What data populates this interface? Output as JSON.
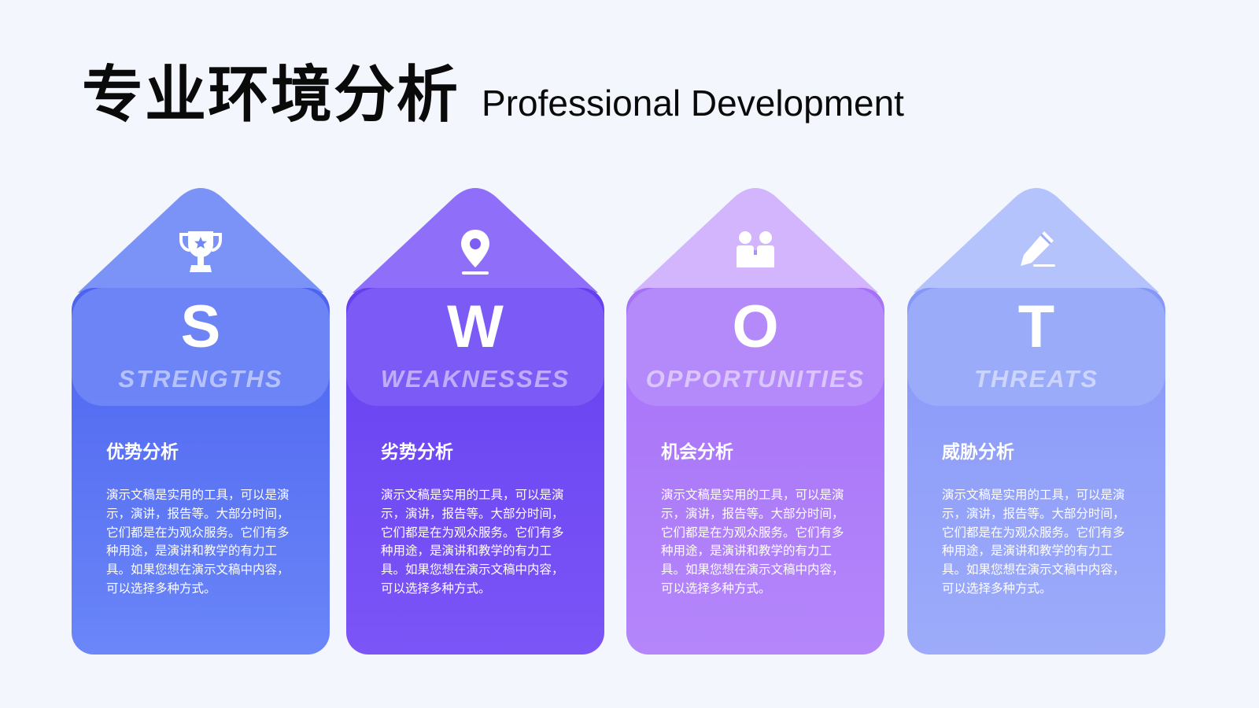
{
  "header": {
    "title_cn": "专业环境分析",
    "title_en": "Professional Development"
  },
  "cards": [
    {
      "letter": "S",
      "word": "STRENGTHS",
      "subtitle": "优势分析",
      "description": "演示文稿是实用的工具，可以是演示，演讲，报告等。大部分时间，它们都是在为观众服务。它们有多种用途，是演讲和教学的有力工具。如果您想在演示文稿中内容，可以选择多种方式。",
      "icon": "trophy-icon",
      "colors": {
        "roof": "#7b93f7",
        "band": "#6f87f6",
        "body_top": "#4d63ef",
        "body_bottom": "#6a86f8"
      }
    },
    {
      "letter": "W",
      "word": "WEAKNESSES",
      "subtitle": "劣势分析",
      "description": "演示文稿是实用的工具，可以是演示，演讲，报告等。大部分时间，它们都是在为观众服务。它们有多种用途，是演讲和教学的有力工具。如果您想在演示文稿中内容，可以选择多种方式。",
      "icon": "location-pin-icon",
      "colors": {
        "roof": "#8f6ffa",
        "band": "#7e5cf6",
        "body_top": "#6540ef",
        "body_bottom": "#7c55f7"
      }
    },
    {
      "letter": "O",
      "word": "OPPORTUNITIES",
      "subtitle": "机会分析",
      "description": "演示文稿是实用的工具，可以是演示，演讲，报告等。大部分时间，它们都是在为观众服务。它们有多种用途，是演讲和教学的有力工具。如果您想在演示文稿中内容，可以选择多种方式。",
      "icon": "people-icon",
      "colors": {
        "roof": "#d2b5fd",
        "band": "#b58cfb",
        "body_top": "#a671f8",
        "body_bottom": "#b486fa"
      }
    },
    {
      "letter": "T",
      "word": "THREATS",
      "subtitle": "威胁分析",
      "description": "演示文稿是实用的工具，可以是演示，演讲，报告等。大部分时间，它们都是在为观众服务。它们有多种用途，是演讲和教学的有力工具。如果您想在演示文稿中内容，可以选择多种方式。",
      "icon": "pencil-icon",
      "colors": {
        "roof": "#b5c3fc",
        "band": "#9bacfa",
        "body_top": "#8797f8",
        "body_bottom": "#9dabfa"
      }
    }
  ]
}
